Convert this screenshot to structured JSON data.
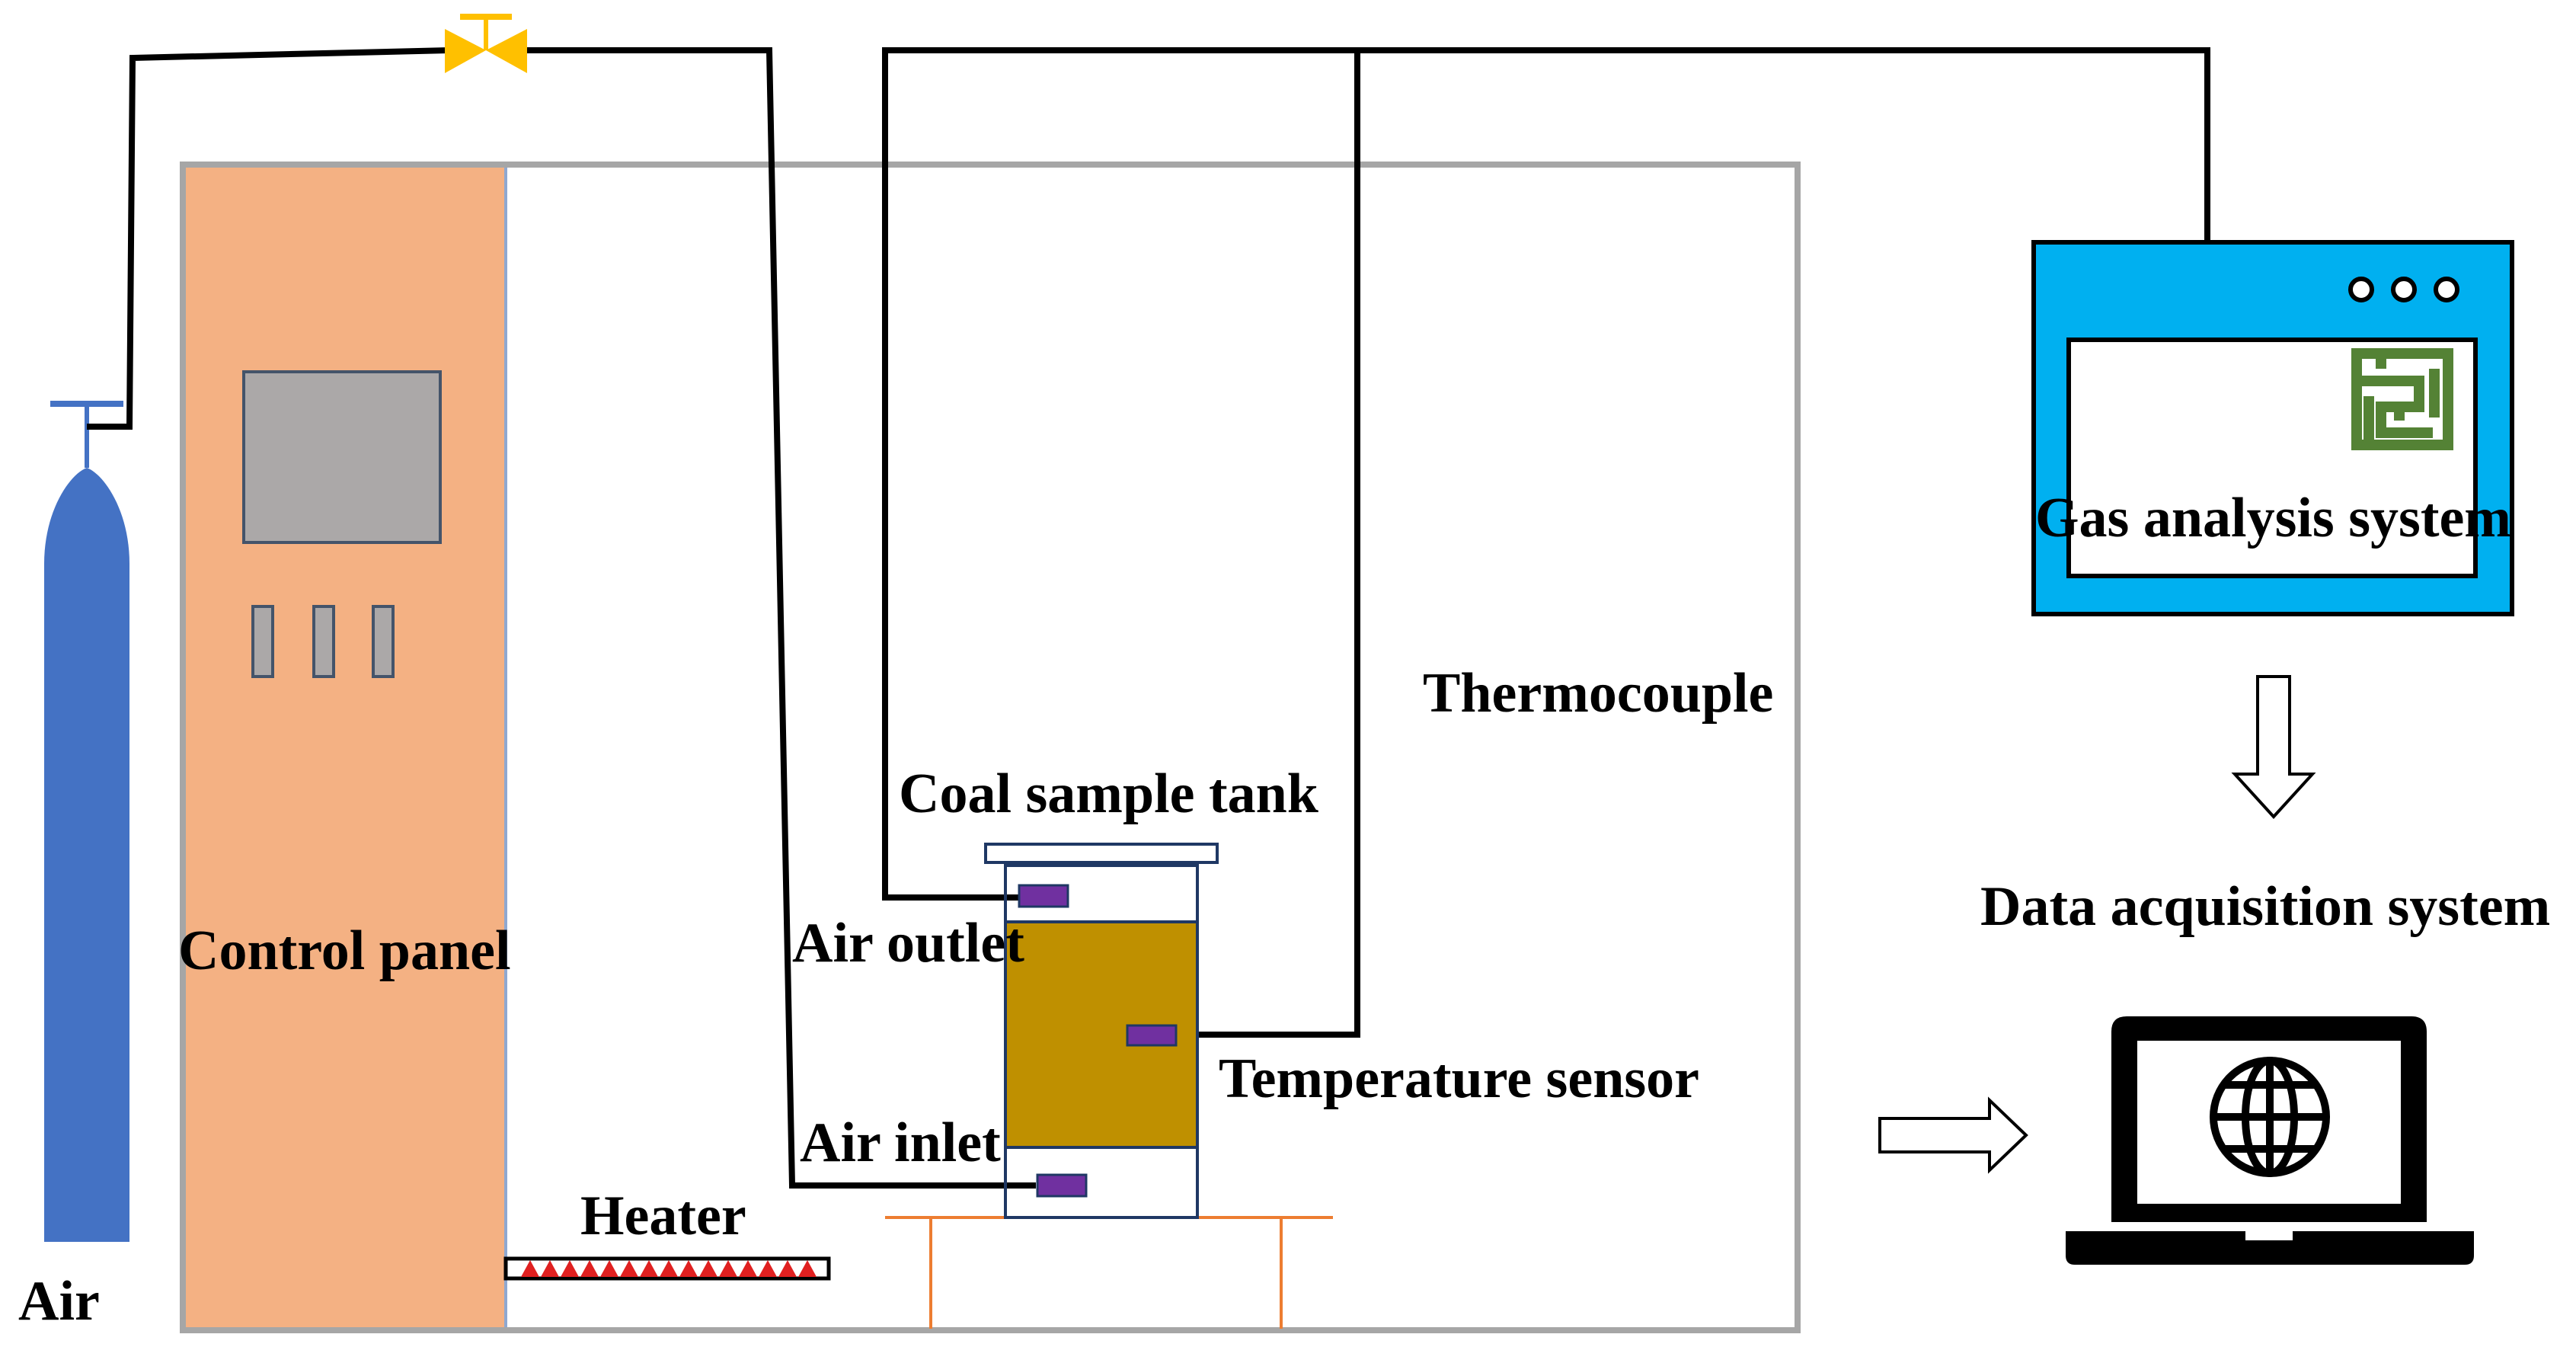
{
  "labels": {
    "air": "Air",
    "control_panel": "Control panel",
    "heater": "Heater",
    "air_inlet": "Air inlet",
    "air_outlet": "Air outlet",
    "coal_sample_tank": "Coal sample tank",
    "thermocouple": "Thermocouple",
    "temperature_sensor": "Temperature sensor",
    "gas_analysis_system": "Gas analysis system",
    "data_acquisition_system": "Data acquisition system"
  },
  "colors": {
    "cylinder": "#4472C4",
    "control_panel": "#F4B183",
    "panel_screen": "#ABA8A8",
    "valve": "#FFC000",
    "coal": "#BF9000",
    "sensor": "#7030A0",
    "gas_analyzer": "#00B0F0",
    "maze_icon": "#548235",
    "heater_teeth": "#E02020",
    "stand": "#ED7D31",
    "chamber_border": "#A6A6A6"
  },
  "icons": {
    "cylinder": "gas-cylinder-icon",
    "valve": "valve-icon",
    "analyzer": "maze-icon",
    "laptop": "laptop-globe-icon"
  }
}
